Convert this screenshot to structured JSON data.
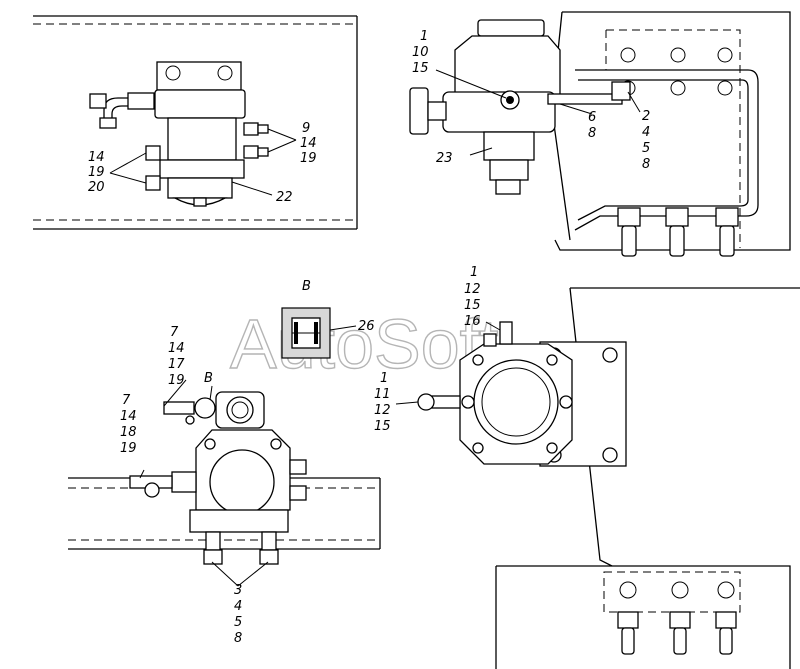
{
  "watermark": "AutoSoft",
  "view_letter": "B",
  "callouts": {
    "top_left": {
      "a": [
        "9",
        "14",
        "19"
      ],
      "b": [
        "14",
        "19",
        "20"
      ],
      "c": [
        "22"
      ]
    },
    "top_right": {
      "a": [
        "1",
        "10",
        "15"
      ],
      "b": [
        "2",
        "4",
        "5",
        "8"
      ],
      "c": [
        "6",
        "8"
      ],
      "d": [
        "23"
      ]
    },
    "bottom_left": {
      "a": [
        "7",
        "14",
        "17",
        "19"
      ],
      "b": [
        "7",
        "14",
        "18",
        "19"
      ],
      "b_letter": "B",
      "c": [
        "3",
        "4",
        "5",
        "8"
      ],
      "d": [
        "26"
      ]
    },
    "bottom_right": {
      "a": [
        "1",
        "12",
        "15",
        "16"
      ],
      "b": [
        "1",
        "11",
        "12",
        "15"
      ]
    }
  }
}
